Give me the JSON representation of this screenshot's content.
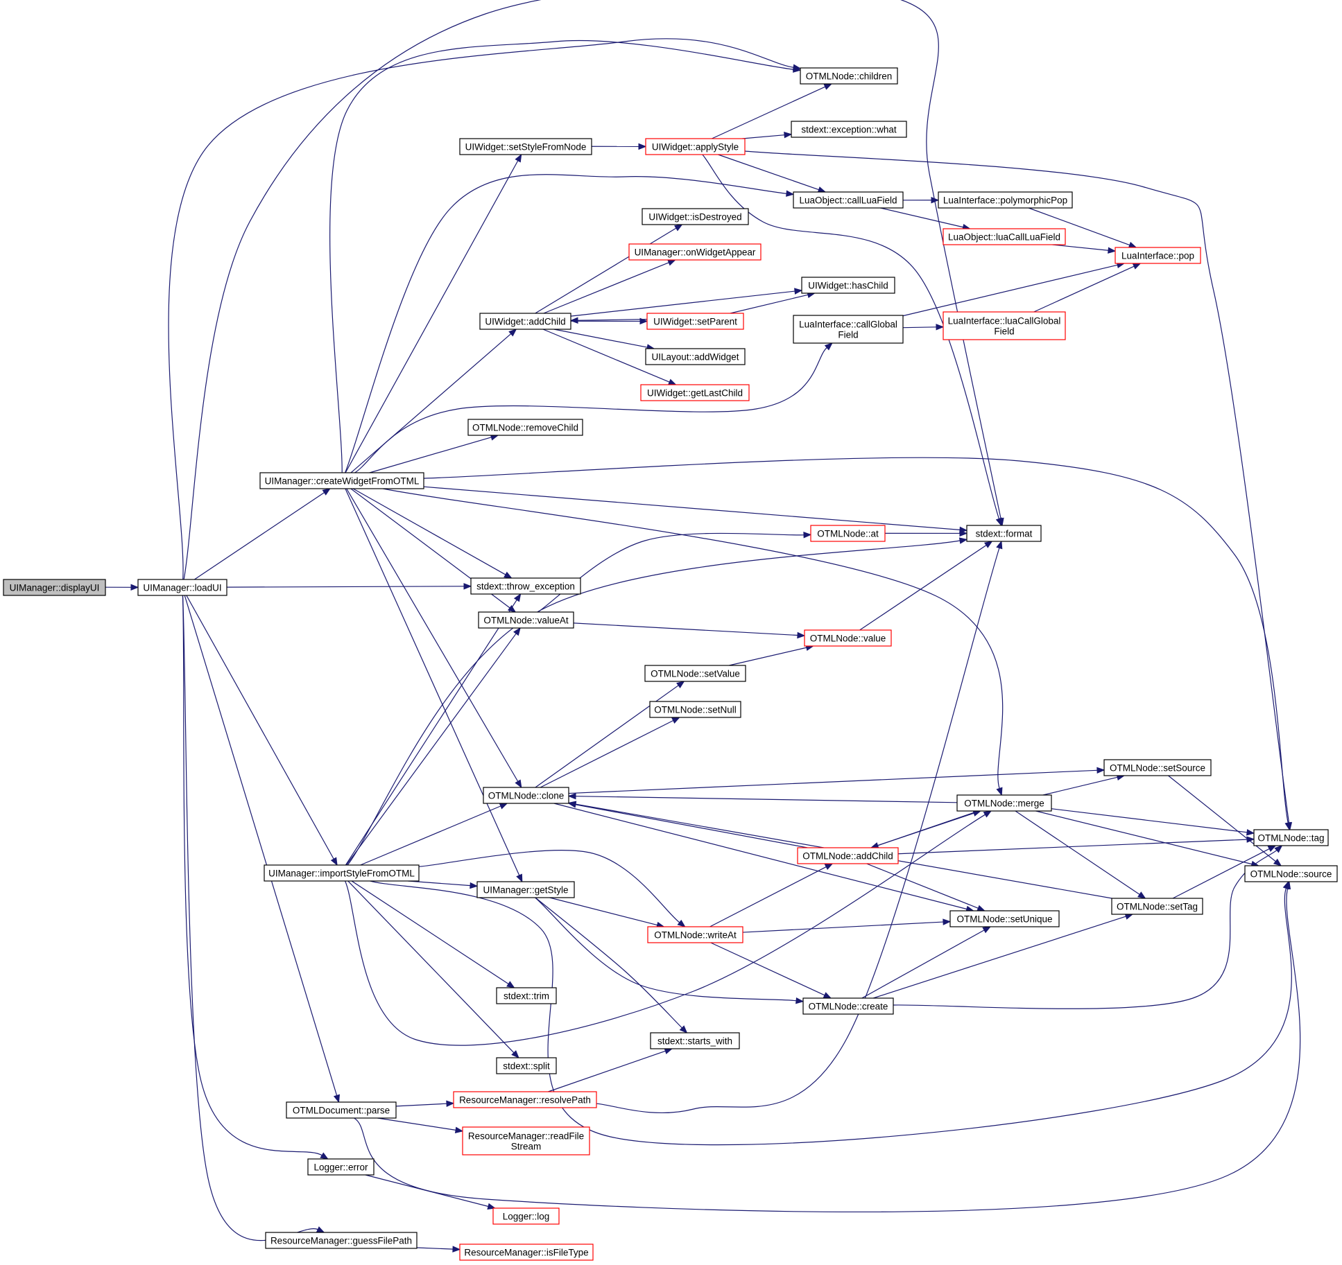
{
  "diagram": {
    "type": "call-graph",
    "colors": {
      "edge": "#191970",
      "normal_border": "#000000",
      "truncated_border": "#ff0000",
      "root_fill": "#bfbfbf",
      "node_fill": "#ffffff"
    },
    "nodes": [
      {
        "id": "displayUI",
        "lines": [
          "UIManager::displayUI"
        ],
        "style": "root"
      },
      {
        "id": "loadUI",
        "lines": [
          "UIManager::loadUI"
        ],
        "style": "normal"
      },
      {
        "id": "createWidgetFromOTML",
        "lines": [
          "UIManager::createWidgetFromOTML"
        ],
        "style": "normal"
      },
      {
        "id": "importStyleFromOTML",
        "lines": [
          "UIManager::importStyleFromOTML"
        ],
        "style": "normal"
      },
      {
        "id": "otmlParse",
        "lines": [
          "OTMLDocument::parse"
        ],
        "style": "normal"
      },
      {
        "id": "loggerError",
        "lines": [
          "Logger::error"
        ],
        "style": "normal"
      },
      {
        "id": "guessFilePath",
        "lines": [
          "ResourceManager::guessFilePath"
        ],
        "style": "normal"
      },
      {
        "id": "setStyleFromNode",
        "lines": [
          "UIWidget::setStyleFromNode"
        ],
        "style": "normal"
      },
      {
        "id": "addChild",
        "lines": [
          "UIWidget::addChild"
        ],
        "style": "normal"
      },
      {
        "id": "removeChild",
        "lines": [
          "OTMLNode::removeChild"
        ],
        "style": "normal"
      },
      {
        "id": "throwException",
        "lines": [
          "stdext::throw_exception"
        ],
        "style": "normal"
      },
      {
        "id": "valueAt",
        "lines": [
          "OTMLNode::valueAt"
        ],
        "style": "normal"
      },
      {
        "id": "clone",
        "lines": [
          "OTMLNode::clone"
        ],
        "style": "normal"
      },
      {
        "id": "getStyle",
        "lines": [
          "UIManager::getStyle"
        ],
        "style": "normal"
      },
      {
        "id": "trim",
        "lines": [
          "stdext::trim"
        ],
        "style": "normal"
      },
      {
        "id": "split",
        "lines": [
          "stdext::split"
        ],
        "style": "normal"
      },
      {
        "id": "resolvePath",
        "lines": [
          "ResourceManager::resolvePath"
        ],
        "style": "truncated"
      },
      {
        "id": "readFileStream",
        "lines": [
          "ResourceManager::readFile",
          "Stream"
        ],
        "style": "truncated"
      },
      {
        "id": "loggerLog",
        "lines": [
          "Logger::log"
        ],
        "style": "truncated"
      },
      {
        "id": "isFileType",
        "lines": [
          "ResourceManager::isFileType"
        ],
        "style": "truncated"
      },
      {
        "id": "applyStyle",
        "lines": [
          "UIWidget::applyStyle"
        ],
        "style": "truncated"
      },
      {
        "id": "isDestroyed",
        "lines": [
          "UIWidget::isDestroyed"
        ],
        "style": "normal"
      },
      {
        "id": "onWidgetAppear",
        "lines": [
          "UIManager::onWidgetAppear"
        ],
        "style": "truncated"
      },
      {
        "id": "setParent",
        "lines": [
          "UIWidget::setParent"
        ],
        "style": "truncated"
      },
      {
        "id": "addWidget",
        "lines": [
          "UILayout::addWidget"
        ],
        "style": "normal"
      },
      {
        "id": "getLastChild",
        "lines": [
          "UIWidget::getLastChild"
        ],
        "style": "truncated"
      },
      {
        "id": "setValue",
        "lines": [
          "OTMLNode::setValue"
        ],
        "style": "normal"
      },
      {
        "id": "setNull",
        "lines": [
          "OTMLNode::setNull"
        ],
        "style": "normal"
      },
      {
        "id": "startsWith",
        "lines": [
          "stdext::starts_with"
        ],
        "style": "normal"
      },
      {
        "id": "writeAt",
        "lines": [
          "OTMLNode::writeAt"
        ],
        "style": "truncated"
      },
      {
        "id": "children",
        "lines": [
          "OTMLNode::children"
        ],
        "style": "normal"
      },
      {
        "id": "exceptionWhat",
        "lines": [
          "stdext::exception::what"
        ],
        "style": "normal"
      },
      {
        "id": "callLuaField",
        "lines": [
          "LuaObject::callLuaField"
        ],
        "style": "normal"
      },
      {
        "id": "hasChild",
        "lines": [
          "UIWidget::hasChild"
        ],
        "style": "normal"
      },
      {
        "id": "callGlobalField",
        "lines": [
          "LuaInterface::callGlobal",
          "Field"
        ],
        "style": "normal"
      },
      {
        "id": "otmlAt",
        "lines": [
          "OTMLNode::at"
        ],
        "style": "truncated"
      },
      {
        "id": "otmlValue",
        "lines": [
          "OTMLNode::value"
        ],
        "style": "truncated"
      },
      {
        "id": "otmlAddChild",
        "lines": [
          "OTMLNode::addChild"
        ],
        "style": "truncated"
      },
      {
        "id": "otmlCreate",
        "lines": [
          "OTMLNode::create"
        ],
        "style": "normal"
      },
      {
        "id": "polymorphicPop",
        "lines": [
          "LuaInterface::polymorphicPop"
        ],
        "style": "normal"
      },
      {
        "id": "luaCallLuaField",
        "lines": [
          "LuaObject::luaCallLuaField"
        ],
        "style": "truncated"
      },
      {
        "id": "luaCallGlobalField",
        "lines": [
          "LuaInterface::luaCallGlobal",
          "Field"
        ],
        "style": "truncated"
      },
      {
        "id": "stdextFormat",
        "lines": [
          "stdext::format"
        ],
        "style": "normal"
      },
      {
        "id": "merge",
        "lines": [
          "OTMLNode::merge"
        ],
        "style": "normal"
      },
      {
        "id": "setUnique",
        "lines": [
          "OTMLNode::setUnique"
        ],
        "style": "normal"
      },
      {
        "id": "luaPop",
        "lines": [
          "LuaInterface::pop"
        ],
        "style": "truncated"
      },
      {
        "id": "setSource",
        "lines": [
          "OTMLNode::setSource"
        ],
        "style": "normal"
      },
      {
        "id": "setTag",
        "lines": [
          "OTMLNode::setTag"
        ],
        "style": "normal"
      },
      {
        "id": "otmlTag",
        "lines": [
          "OTMLNode::tag"
        ],
        "style": "normal"
      },
      {
        "id": "otmlSource",
        "lines": [
          "OTMLNode::source"
        ],
        "style": "normal"
      }
    ]
  }
}
